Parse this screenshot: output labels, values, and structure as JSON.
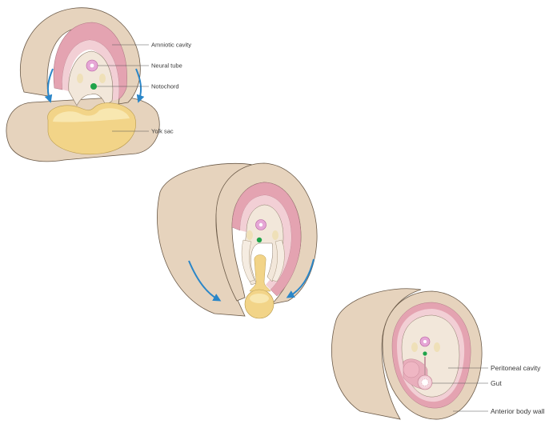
{
  "labels": {
    "amniotic_cavity": "Amniotic cavity",
    "neural_tube": "Neural tube",
    "notochord": "Notochord",
    "yolk_sac": "Yolk sac",
    "peritoneal_cavity": "Peritoneal cavity",
    "gut": "Gut",
    "anterior_body_wall": "Anterior body wall"
  },
  "colors": {
    "wall": "#e6d3bd",
    "wall_dark": "#cbb193",
    "inner": "#f2e7da",
    "pink": "#e4a3b1",
    "pink_light": "#f2cfd5",
    "yolk": "#f2d488",
    "yolk_light": "#f8e7b0",
    "neural": "#e6a6d6",
    "notochord": "#1fa34a",
    "arrow": "#2a86c8",
    "outline": "#6b5a48"
  }
}
